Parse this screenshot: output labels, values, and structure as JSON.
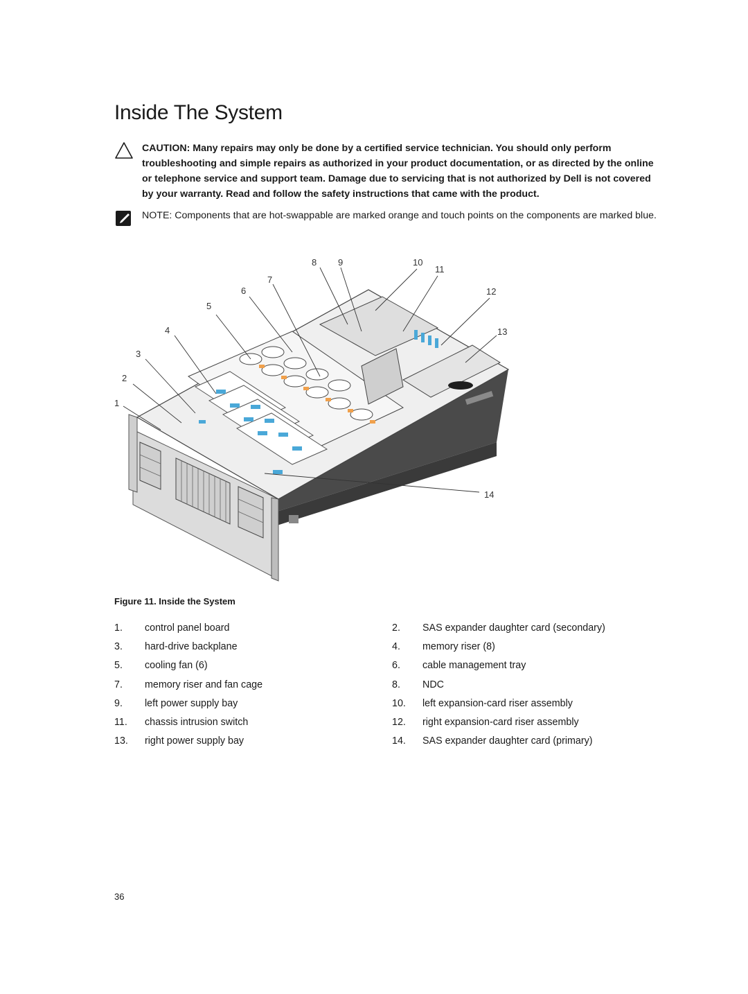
{
  "title": "Inside The System",
  "caution": {
    "icon": "caution-triangle-icon",
    "text": "CAUTION: Many repairs may only be done by a certified service technician. You should only perform troubleshooting and simple repairs as authorized in your product documentation, or as directed by the online or telephone service and support team. Damage due to servicing that is not authorized by Dell is not covered by your warranty. Read and follow the safety instructions that came with the product."
  },
  "note": {
    "icon": "note-pencil-icon",
    "label": "NOTE:",
    "text": " Components that are hot-swappable are marked orange and touch points on the components are marked blue."
  },
  "figure": {
    "callouts": [
      "1",
      "2",
      "3",
      "4",
      "5",
      "6",
      "7",
      "8",
      "9",
      "10",
      "11",
      "12",
      "13",
      "14"
    ],
    "caption": "Figure 11. Inside the System",
    "accent_colors": {
      "hot_swap": "#f0a04b",
      "touch_point": "#4aa8d8"
    }
  },
  "legend": [
    {
      "num": "1.",
      "label": "control panel board"
    },
    {
      "num": "2.",
      "label": "SAS expander daughter card (secondary)"
    },
    {
      "num": "3.",
      "label": "hard-drive backplane"
    },
    {
      "num": "4.",
      "label": "memory riser (8)"
    },
    {
      "num": "5.",
      "label": "cooling fan (6)"
    },
    {
      "num": "6.",
      "label": "cable management tray"
    },
    {
      "num": "7.",
      "label": "memory riser and fan cage"
    },
    {
      "num": "8.",
      "label": "NDC"
    },
    {
      "num": "9.",
      "label": "left power supply bay"
    },
    {
      "num": "10.",
      "label": "left expansion-card riser assembly"
    },
    {
      "num": "11.",
      "label": "chassis intrusion switch"
    },
    {
      "num": "12.",
      "label": "right expansion-card riser assembly"
    },
    {
      "num": "13.",
      "label": "right power supply bay"
    },
    {
      "num": "14.",
      "label": "SAS expander daughter card (primary)"
    }
  ],
  "page_number": "36"
}
